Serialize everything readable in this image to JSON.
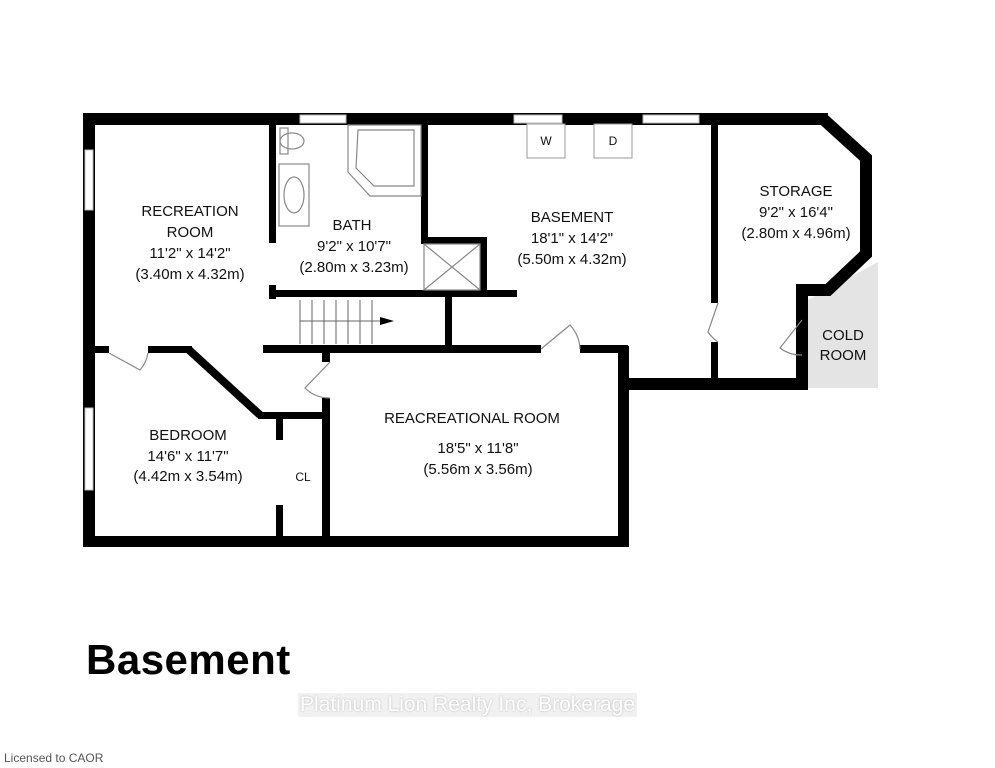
{
  "floor_title": "Basement",
  "watermark": "Platinum Lion Realty Inc, Brokerage",
  "license": "Licensed to CAOR",
  "rooms": {
    "recreation_room": {
      "name_line1": "RECREATION",
      "name_line2": "ROOM",
      "imperial": "11'2\" x 14'2\"",
      "metric": "(3.40m x 4.32m)"
    },
    "bath": {
      "name": "BATH",
      "imperial": "9'2\" x 10'7\"",
      "metric": "(2.80m x 3.23m)"
    },
    "basement": {
      "name": "BASEMENT",
      "imperial": "18'1\" x 14'2\"",
      "metric": "(5.50m x 4.32m)"
    },
    "storage": {
      "name": "STORAGE",
      "imperial": "9'2\" x 16'4\"",
      "metric": "(2.80m x 4.96m)"
    },
    "cold_room": {
      "name_line1": "COLD",
      "name_line2": "ROOM"
    },
    "bedroom": {
      "name": "BEDROOM",
      "imperial": "14'6\" x 11'7\"",
      "metric": "(4.42m x 3.54m)"
    },
    "closet": {
      "name": "CL"
    },
    "reacreational_room": {
      "name": "REACREATIONAL ROOM",
      "imperial": "18'5\" x 11'8\"",
      "metric": "(5.56m x 3.56m)"
    }
  },
  "appliances": {
    "washer": "W",
    "dryer": "D"
  }
}
